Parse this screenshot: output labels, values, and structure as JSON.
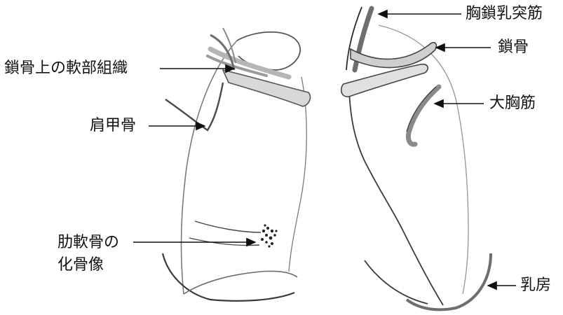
{
  "labels": {
    "supraclavicular_soft_tissue": "鎖骨上の軟部組織",
    "scapula": "肩甲骨",
    "costal_cartilage_ossification_line1": "肋軟骨の",
    "costal_cartilage_ossification_line2": "化骨像",
    "sternocleidomastoid": "胸鎖乳突筋",
    "clavicle": "鎖骨",
    "pectoralis_major": "大胸筋",
    "breast": "乳房"
  },
  "colors": {
    "line": "#1a1a1a",
    "outline": "#7a7a7a",
    "shade": "#b5b5b5",
    "muscle": "#6e6e6e"
  }
}
